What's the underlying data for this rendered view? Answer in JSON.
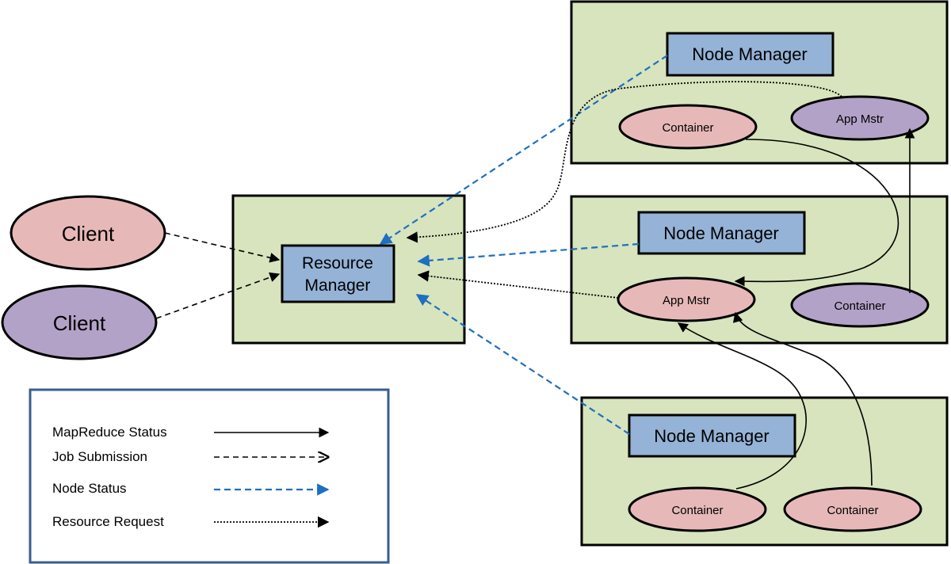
{
  "resource_manager": {
    "line1": "Resource",
    "line2": "Manager"
  },
  "clients": [
    {
      "label": "Client",
      "color": "#e6b9b8"
    },
    {
      "label": "Client",
      "color": "#b3a2c7"
    }
  ],
  "node_top": {
    "node_manager": "Node Manager",
    "container": "Container",
    "app_master": "App Mstr"
  },
  "node_middle": {
    "node_manager": "Node Manager",
    "app_master": "App Mstr",
    "container": "Container"
  },
  "node_bottom": {
    "node_manager": "Node Manager",
    "container_1": "Container",
    "container_2": "Container"
  },
  "legend": {
    "items": [
      {
        "label": "MapReduce Status",
        "style": "solid"
      },
      {
        "label": "Job  Submission",
        "style": "dashed"
      },
      {
        "label": "Node Status",
        "style": "blue-dashed"
      },
      {
        "label": "Resource Request",
        "style": "dotted"
      }
    ]
  },
  "colors": {
    "node_fill": "#d7e4bd",
    "manager_fill": "#95b3d7",
    "pink": "#e6b9b8",
    "purple": "#b3a2c7",
    "node_status_blue": "#1f6fbf",
    "legend_border": "#3a5e8c"
  }
}
